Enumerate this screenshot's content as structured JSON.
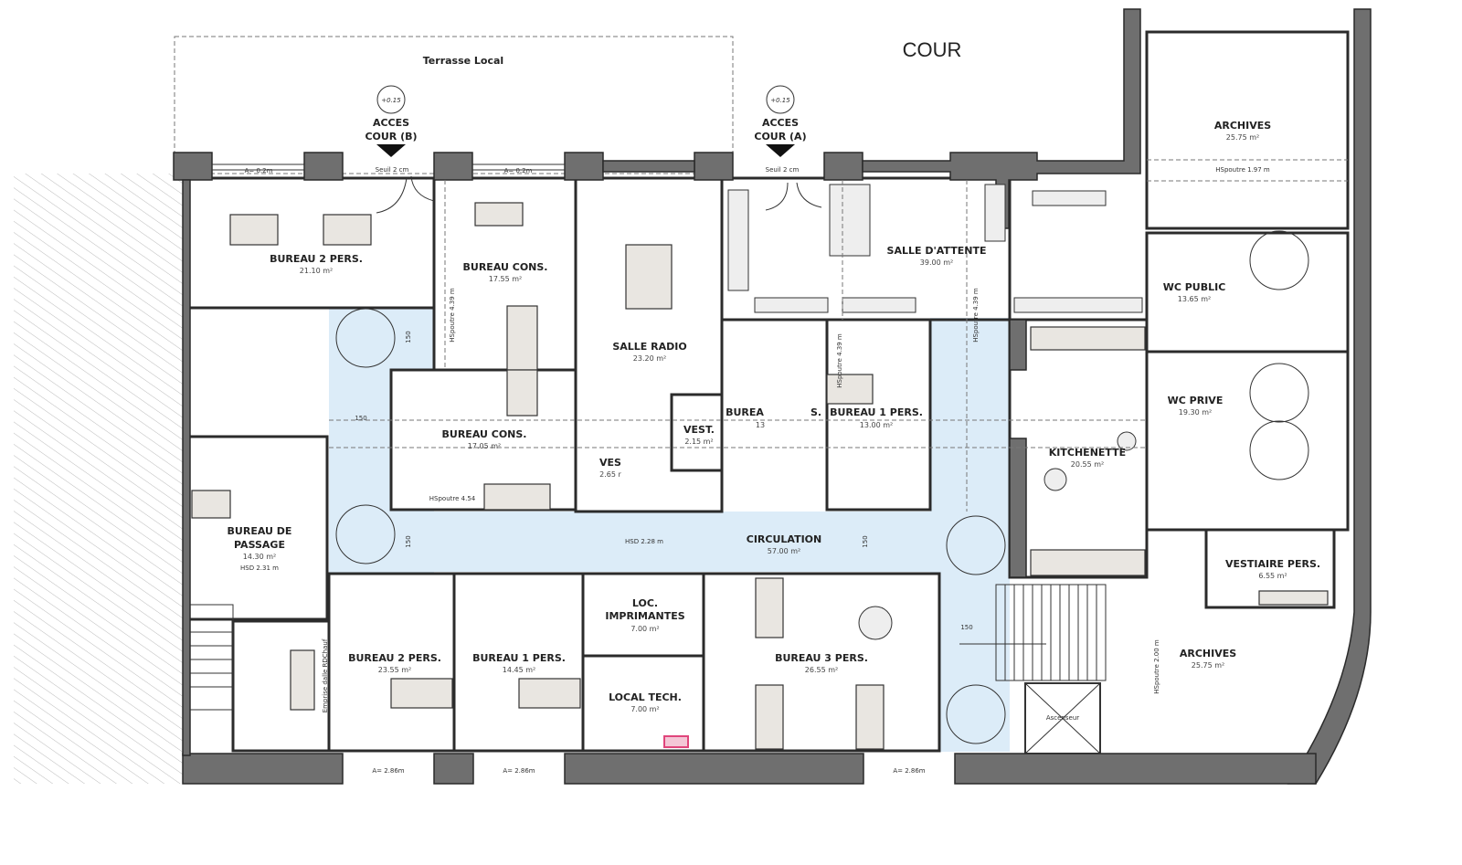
{
  "title": "COUR",
  "terrace": "Terrasse Local",
  "accesses": [
    {
      "level": "+0.15",
      "label_line1": "ACCES",
      "label_line2": "COUR (B)",
      "threshold": "Seuil 2 cm"
    },
    {
      "level": "+0.15",
      "label_line1": "ACCES",
      "label_line2": "COUR (A)",
      "threshold": "Seuil 2 cm"
    }
  ],
  "rooms": {
    "bureau_2_top": {
      "name": "BUREAU 2 PERS.",
      "area": "21.10 m²"
    },
    "bureau_cons_top": {
      "name": "BUREAU CONS.",
      "area": "17.55 m²"
    },
    "salle_radio": {
      "name": "SALLE RADIO",
      "area": "23.20 m²"
    },
    "salle_attente": {
      "name": "SALLE D'ATTENTE",
      "area": "39.00 m²"
    },
    "archives_top": {
      "name": "ARCHIVES",
      "area": "25.75 m²",
      "note": "HSpoutre 1.97 m"
    },
    "wc_public": {
      "name": "WC PUBLIC",
      "area": "13.65 m²"
    },
    "wc_prive": {
      "name": "WC PRIVE",
      "area": "19.30 m²"
    },
    "kitchenette": {
      "name": "KITCHENETTE",
      "area": "20.55 m²"
    },
    "bureau_cons_mid": {
      "name": "BUREAU CONS.",
      "area": "17.05 m²",
      "note": "HSpoutre 4.54"
    },
    "vest_a": {
      "name": "VES",
      "area": "2.65 r"
    },
    "vest_b": {
      "name": "VEST.",
      "area": "2.15 m²"
    },
    "bureau_partial": {
      "name": "BUREA",
      "area": "13"
    },
    "bureau_1_mid": {
      "prefix": "S.",
      "name": "BUREAU 1 PERS.",
      "area": "13.00 m²"
    },
    "circulation": {
      "name": "CIRCULATION",
      "area": "57.00 m²",
      "note": "HSD 2.28 m"
    },
    "bureau_passage": {
      "name_line1": "BUREAU DE",
      "name_line2": "PASSAGE",
      "area": "14.30 m²",
      "note": "HSD 2.31 m"
    },
    "bureau_2_bottom": {
      "name": "BUREAU 2 PERS.",
      "area": "23.55 m²"
    },
    "bureau_1_bottom": {
      "name": "BUREAU 1 PERS.",
      "area": "14.45 m²"
    },
    "loc_imprimantes": {
      "name_line1": "LOC.",
      "name_line2": "IMPRIMANTES",
      "area": "7.00 m²"
    },
    "local_tech": {
      "name": "LOCAL TECH.",
      "area": "7.00 m²"
    },
    "bureau_3": {
      "name": "BUREAU 3 PERS.",
      "area": "26.55 m²"
    },
    "vestiaire": {
      "name": "VESTIAIRE PERS.",
      "area": "6.55 m²"
    },
    "archives_bottom": {
      "name": "ARCHIVES",
      "area": "25.75 m²"
    },
    "ascenseur": {
      "name": "Ascenseur"
    }
  },
  "annotations": {
    "window_top": "A= 0.2m",
    "window_bottom": "A= 2.86m",
    "clearance": "150",
    "hspoutre_439": "HSpoutre 4.39 m",
    "hspoutre_200": "HSpoutre 2.00 m",
    "emprise": "Emprise dalle RDChauf"
  },
  "colors": {
    "circulation": "#dcecf8",
    "wall": "#6f6f6f",
    "alarm": "#e0457b"
  }
}
